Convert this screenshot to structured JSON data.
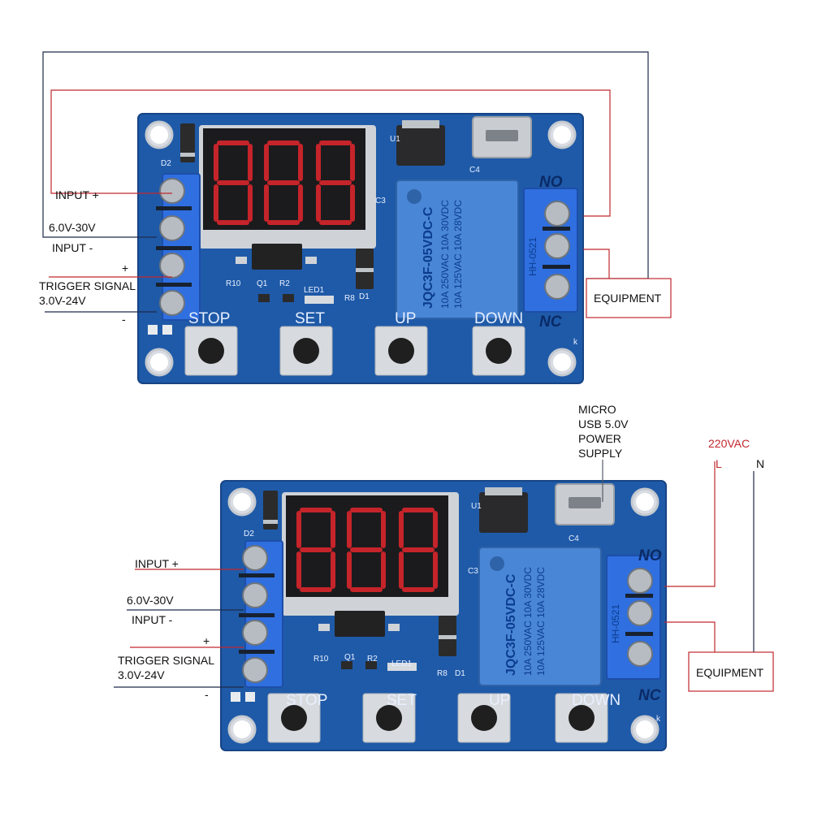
{
  "labels": {
    "input_plus": "INPUT +",
    "voltage_range": "6.0V-30V",
    "input_minus": "INPUT -",
    "trigger_plus": "+",
    "trigger_signal": "TRIGGER SIGNAL",
    "trigger_range": "3.0V-24V",
    "trigger_minus": "-",
    "equipment": "EQUIPMENT",
    "usb_power": [
      "MICRO",
      "USB 5.0V",
      "POWER",
      "SUPPLY"
    ],
    "ac_voltage": "220VAC",
    "line": "L",
    "neutral": "N"
  },
  "board": {
    "buttons": [
      "STOP",
      "SET",
      "UP",
      "DOWN"
    ],
    "relay_out": [
      "NO",
      "NC"
    ],
    "relay_model": "JQC3F-05VDC-C",
    "relay_spec_1": "10A 250VAC  10A  30VDC",
    "relay_spec_2": "10A 125VAC  10A  28VDC",
    "terminal_code": "HH-0521",
    "silk": {
      "d2": "D2",
      "u1": "U1",
      "c4": "C4",
      "c3": "C3",
      "r10": "R10",
      "q1": "Q1",
      "r2": "R2",
      "led1": "LED1",
      "r8": "R8",
      "d1": "D1",
      "k": "k"
    }
  },
  "colors": {
    "pcb": "#1f5aa8",
    "terminal": "#2f6fe0",
    "relay": "#4a86d6",
    "wire_red": "#c0282e",
    "wire_dark": "#1e2a4a"
  }
}
